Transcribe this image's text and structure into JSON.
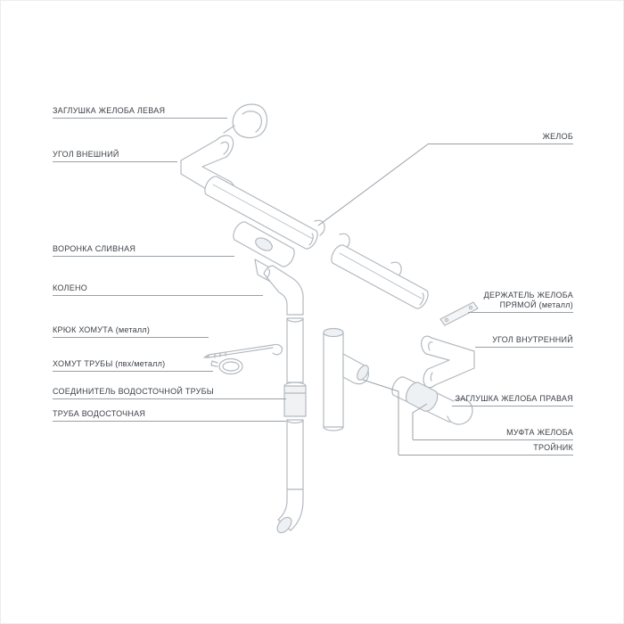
{
  "labels": {
    "left": [
      {
        "text": "ЗАГЛУШКА ЖЕЛОБА ЛЕВАЯ"
      },
      {
        "text": "УГОЛ ВНЕШНИЙ"
      },
      {
        "text": "ВОРОНКА СЛИВНАЯ"
      },
      {
        "text": "КОЛЕНО"
      },
      {
        "text": "КРЮК ХОМУТА (металл)"
      },
      {
        "text": "ХОМУТ ТРУБЫ (пвх/металл)"
      },
      {
        "text": "СОЕДИНИТЕЛЬ ВОДОСТОЧНОЙ ТРУБЫ"
      },
      {
        "text": "ТРУБА ВОДОСТОЧНАЯ"
      }
    ],
    "right": [
      {
        "text": "ЖЕЛОБ"
      },
      {
        "text": "ДЕРЖАТЕЛЬ ЖЕЛОБА ПРЯМОЙ (металл)"
      },
      {
        "text": "УГОЛ ВНУТРЕННИЙ"
      },
      {
        "text": "ЗАГЛУШКА ЖЕЛОБА ПРАВАЯ"
      },
      {
        "text": "МУФТА ЖЕЛОБА"
      },
      {
        "text": "ТРОЙНИК"
      }
    ]
  },
  "colors": {
    "line_art": "#b3b9bf",
    "leader_line": "#9aa0a6",
    "label_text": "#3d4148",
    "bg": "#ffffff"
  }
}
